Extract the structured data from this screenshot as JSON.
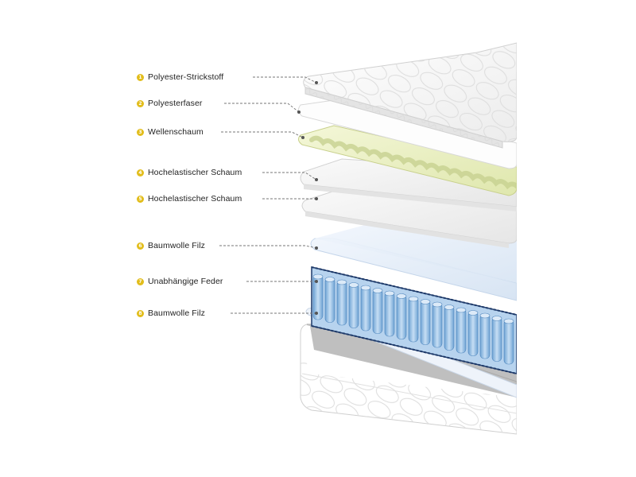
{
  "colors": {
    "badge": "#e2bd1b",
    "foam_layers": "#f6f6f6",
    "memory_foam": "#e9efc0",
    "felt": "#dfeaf7",
    "springs": "#9fc6ea",
    "leader_line": "#777777"
  },
  "callouts": [
    {
      "num": "1",
      "label": "Polyester-Strickstoff"
    },
    {
      "num": "2",
      "label": "Polyesterfaser"
    },
    {
      "num": "3",
      "label": "Wellenschaum"
    },
    {
      "num": "4",
      "label": "Hochelastischer Schaum"
    },
    {
      "num": "5",
      "label": "Hochelastischer Schaum"
    },
    {
      "num": "6",
      "label": "Baumwolle Filz"
    },
    {
      "num": "7",
      "label": "Unabhängige Feder"
    },
    {
      "num": "8",
      "label": "Baumwolle Filz"
    }
  ]
}
